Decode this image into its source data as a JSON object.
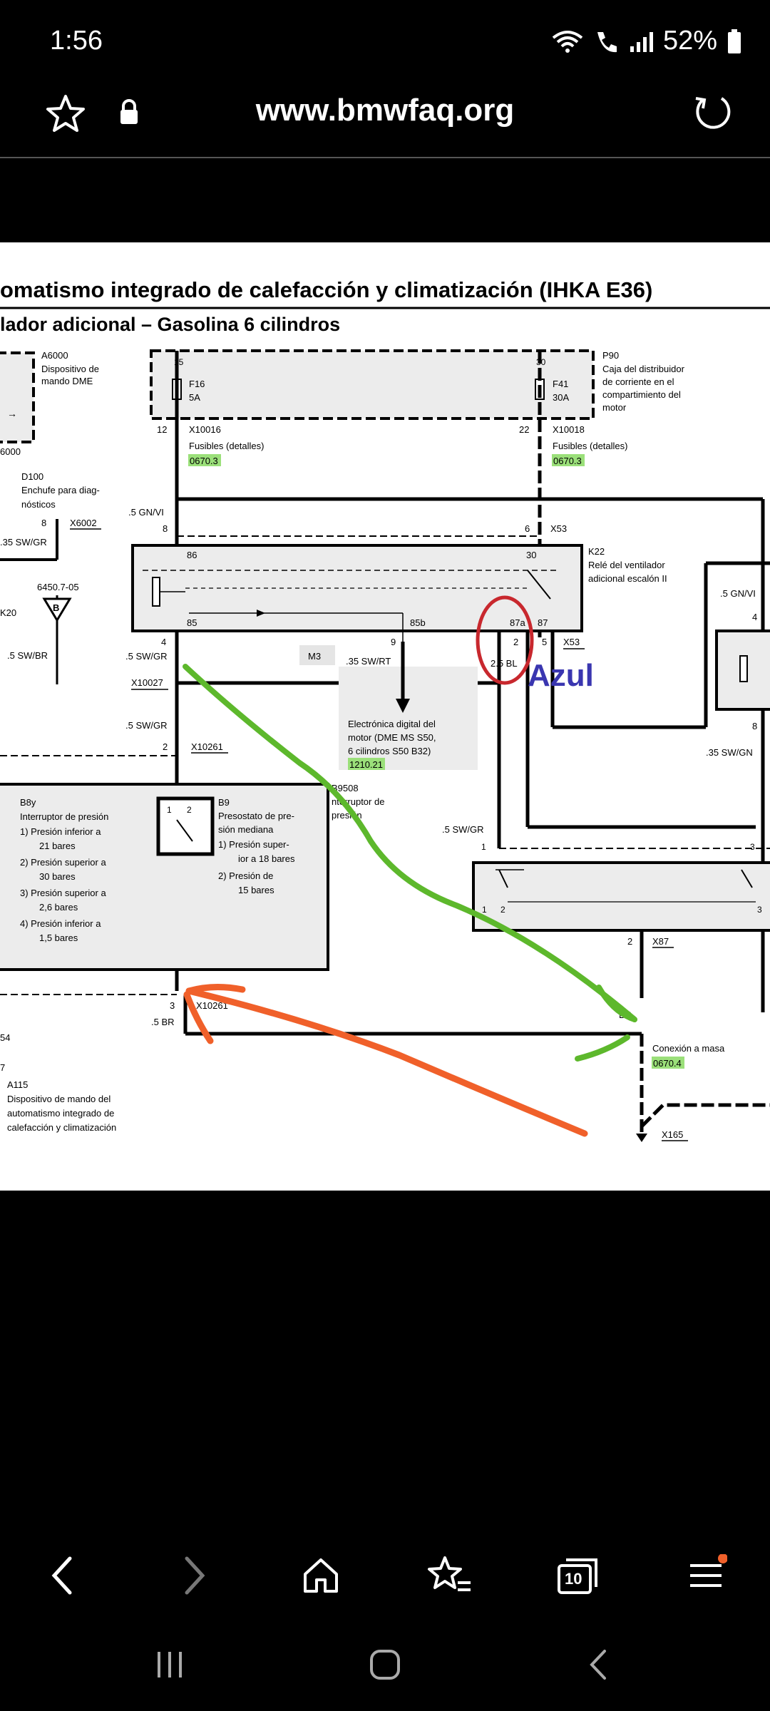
{
  "status": {
    "time": "1:56",
    "battery": "52%"
  },
  "browser": {
    "url": "www.bmwfaq.org"
  },
  "diagram": {
    "title": "omatismo integrado de calefacción y climatización (IHKA E36)",
    "subtitle": "lador adicional – Gasolina 6 cilindros",
    "a6000_code": "A6000",
    "a6000_desc1": "Dispositivo de",
    "a6000_desc2": "mando DME",
    "left_code": "6000",
    "p90_code": "P90",
    "p90_desc1": "Caja del distribuidor",
    "p90_desc2": "de corriente en el",
    "p90_desc3": "compartimiento del",
    "p90_desc4": "motor",
    "f16_pin": "15",
    "f16_code": "F16",
    "f16_amp": "5A",
    "f41_pin": "30",
    "f41_code": "F41",
    "f41_amp": "30A",
    "x10016_pin": "12",
    "x10016_code": "X10016",
    "fuse_detail_left": "Fusibles (detalles)",
    "ref_left": "0670.3",
    "x10018_pin": "22",
    "x10018_code": "X10018",
    "fuse_detail_right": "Fusibles (detalles)",
    "ref_right": "0670.3",
    "d100_code": "D100",
    "d100_desc1": "Enchufe para diag-",
    "d100_desc2": "nósticos",
    "x6002_pin": "8",
    "x6002_code": "X6002",
    "wire_35swgr": ".35 SW/GR",
    "wire_5gnvi": ".5 GN/VI",
    "pin_8": "8",
    "pin_6": "6",
    "x53_top": "X53",
    "k22_code": "K22",
    "k22_desc1": "Relé del ventilador",
    "k22_desc2": "adicional escalón II",
    "relay_86": "86",
    "relay_30": "30",
    "relay_85": "85",
    "relay_85b": "85b",
    "relay_87a": "87a",
    "relay_87": "87",
    "ref_6450": "6450.7-05",
    "b_label": "B",
    "k20_code": "K20",
    "wire_5swbr": ".5 SW/BR",
    "pin_4": "4",
    "wire_5swgr_a": ".5 SW/GR",
    "x10027_code": "X10027",
    "m3_label": "M3",
    "pin_9": "9",
    "wire_35swrt": ".35 SW/RT",
    "pin_2": "2",
    "pin_5": "5",
    "x53_bottom": "X53",
    "wire_25bl": "2.5 BL",
    "azul_label": "Azul",
    "dme_desc1": "Electrónica digital del",
    "dme_desc2": "motor (DME MS S50,",
    "dme_desc3": "6 cilindros S50 B32)",
    "dme_ref": "1210.21",
    "wire_5swgr_b": ".5 SW/GR",
    "x10261_pin": "2",
    "x10261_code": "X10261",
    "right_wire_5gnvi": ".5 GN/VI",
    "right_pin_4": "4",
    "right_pin_8": "8",
    "right_wire_35swgn": ".35 SW/GN",
    "b8y_code": "B8y",
    "b8y_desc": "Interruptor de presión",
    "b8y_item1a": "1)   Presión inferior a",
    "b8y_item1b": "21 bares",
    "b8y_item2a": "2)   Presión superior a",
    "b8y_item2b": "30 bares",
    "b8y_item3a": "3)   Presión superior a",
    "b8y_item3b": "2,6 bares",
    "b8y_item4a": "4)   Presión inferior a",
    "b8y_item4b": "1,5 bares",
    "b9_code": "B9",
    "b9_desc1": "Presostato de pre-",
    "b9_desc2": "sión mediana",
    "b9_item1a": "1)   Presión super-",
    "b9_item1b": "ior a 18 bares",
    "b9_item2a": "2)   Presión de",
    "b9_item2b": "15 bares",
    "b9_sw1": "1",
    "b9_sw2": "2",
    "b9508_code": "B9508",
    "b9508_desc1": "nterruptor de",
    "b9508_desc2": "presión",
    "wire_5swgr_c": ".5 SW/GR",
    "right_pin_1": "1",
    "right_pin_3": "3",
    "lower_1": "1",
    "lower_2": "2",
    "lower_3": "3",
    "x87_pin": "2",
    "x87_code": "X87",
    "x10261b_pin": "3",
    "x10261b_code": "X10261",
    "wire_5br": ".5 BR",
    "wire_br_right": "BR",
    "ground_desc": "Conexión a masa",
    "ground_ref": "0670.4",
    "left_54": "54",
    "left_7": "7",
    "a115_code": "A115",
    "a115_desc1": "Dispositivo de mando del",
    "a115_desc2": "automatismo integrado de",
    "a115_desc3": "calefacción y climatización",
    "x165_code": "X165"
  },
  "nav": {
    "tabs_count": "10"
  },
  "colors": {
    "green_annotation": "#5db82c",
    "orange_annotation": "#f0602a",
    "red_circle": "#c8282e",
    "azul_text": "#3a36b0",
    "highlight": "#9be07a"
  }
}
